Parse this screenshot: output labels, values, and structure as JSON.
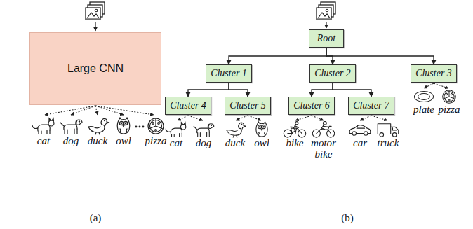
{
  "diagram": {
    "nodes": [
      {
        "text": [
          "Large CNN"
        ]
      },
      {
        "text": [
          "Root"
        ]
      },
      {
        "text": [
          "Cluster 1"
        ]
      },
      {
        "text": [
          "Cluster 2"
        ]
      },
      {
        "text": [
          "Cluster 3"
        ]
      },
      {
        "text": [
          "Cluster 4"
        ]
      },
      {
        "text": [
          "Cluster 5"
        ]
      },
      {
        "text": [
          "Cluster 6"
        ]
      },
      {
        "text": [
          "Cluster 7"
        ]
      }
    ],
    "edges": [
      {
        "from": 1,
        "to": 2,
        "arrow": "to"
      },
      {
        "from": 1,
        "to": 3,
        "arrow": "to"
      },
      {
        "from": 1,
        "to": 4,
        "arrow": "to"
      },
      {
        "from": 2,
        "to": 5,
        "arrow": "to"
      },
      {
        "from": 2,
        "to": 6,
        "arrow": "to"
      },
      {
        "from": 3,
        "to": 7,
        "arrow": "to"
      },
      {
        "from": 3,
        "to": 8,
        "arrow": "to"
      }
    ],
    "labels": [
      "cat",
      "dog",
      "duck",
      "owl",
      "pizza",
      "(a)",
      "cat",
      "dog",
      "duck",
      "owl",
      "bike",
      "motor bike",
      "car",
      "truck",
      "plate",
      "pizza",
      "(b)"
    ]
  }
}
